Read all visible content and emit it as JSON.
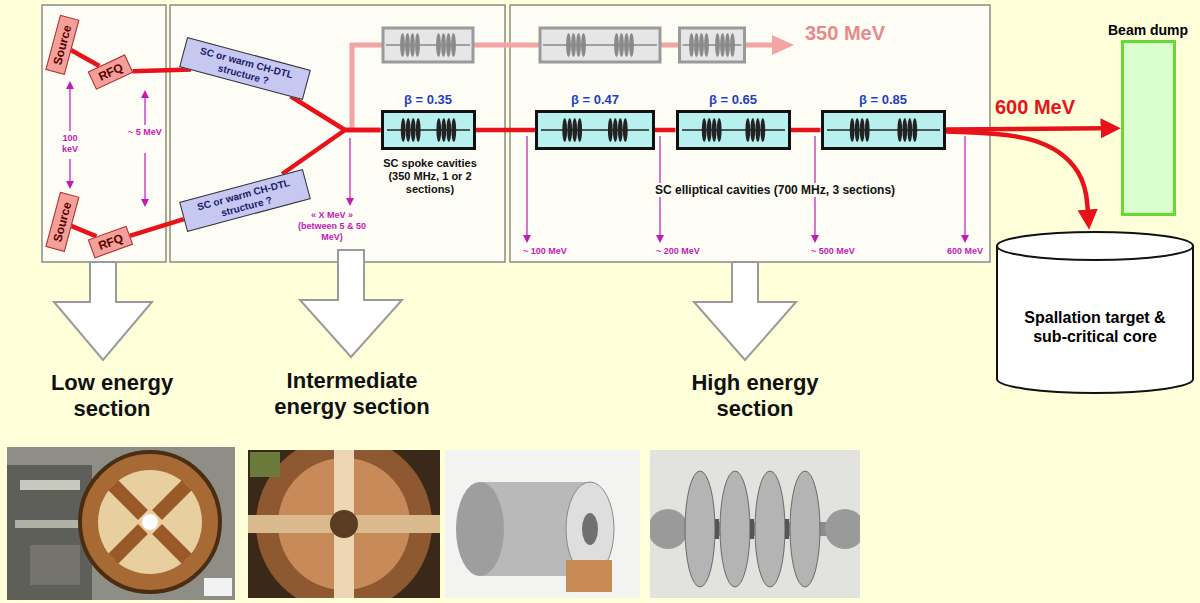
{
  "diagram": {
    "nodes": [
      {
        "text": [
          "Source"
        ]
      },
      {
        "text": [
          "RFQ"
        ]
      },
      {
        "text": [
          "Source"
        ]
      },
      {
        "text": [
          "RFQ"
        ]
      },
      {
        "text": [
          "SC or warm CH-DTL structure ?"
        ]
      },
      {
        "text": [
          "SC or warm CH-DTL structure ?"
        ]
      },
      {
        "text": [
          "β = 0.35"
        ]
      },
      {
        "text": [
          "β = 0.47"
        ]
      },
      {
        "text": [
          "β = 0.65"
        ]
      },
      {
        "text": [
          "β = 0.85"
        ]
      },
      {
        "text": [
          "Beam dump"
        ]
      },
      {
        "text": [
          "Spallation target & sub-critical core"
        ]
      }
    ],
    "edges": [
      {
        "from": 0,
        "to": 1,
        "arrow": "none"
      },
      {
        "from": 1,
        "to": 4,
        "arrow": "none"
      },
      {
        "from": 2,
        "to": 3,
        "arrow": "none"
      },
      {
        "from": 3,
        "to": 5,
        "arrow": "none"
      },
      {
        "from": 4,
        "to": 6,
        "arrow": "none"
      },
      {
        "from": 5,
        "to": 6,
        "arrow": "none"
      },
      {
        "from": 6,
        "to": 7,
        "arrow": "none"
      },
      {
        "from": 7,
        "to": 8,
        "arrow": "none"
      },
      {
        "from": 8,
        "to": 9,
        "arrow": "none"
      },
      {
        "from": 9,
        "to": 10,
        "label": "600 MeV",
        "arrow": "to"
      },
      {
        "from": 9,
        "to": 11,
        "arrow": "to"
      }
    ],
    "labels": [
      "100 keV",
      "~ 5 MeV",
      "« X MeV » (between 5 & 50 MeV)",
      "350 MeV",
      "SC spoke cavities (350 MHz, 1 or 2 sections)",
      "SC elliptical cavities (700 MHz, 3 sections)",
      "~ 100 MeV",
      "~ 200 MeV",
      "~ 500 MeV",
      "600 MeV",
      "Low energy section",
      "Intermediate energy section",
      "High energy section"
    ]
  }
}
